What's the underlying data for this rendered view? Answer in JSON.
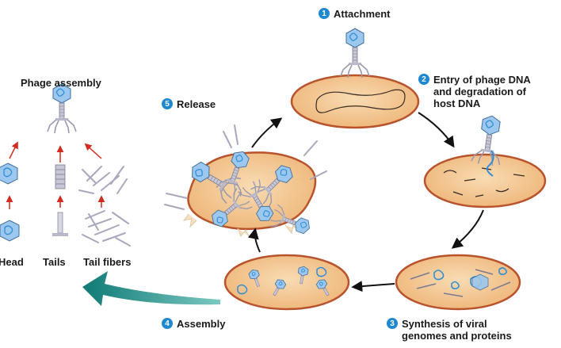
{
  "title": "Phage assembly",
  "steps": [
    {
      "num": "1",
      "lines": [
        "Attachment"
      ]
    },
    {
      "num": "2",
      "lines": [
        "Entry of phage DNA",
        "and degradation of",
        "host DNA"
      ]
    },
    {
      "num": "3",
      "lines": [
        "Synthesis of viral",
        "genomes and proteins"
      ]
    },
    {
      "num": "4",
      "lines": [
        "Assembly"
      ]
    },
    {
      "num": "5",
      "lines": [
        "Release"
      ]
    }
  ],
  "parts": {
    "head": "Head",
    "tails": "Tails",
    "tail_fibers": "Tail fibers"
  },
  "colors": {
    "cell_fill": "#f1c38e",
    "cell_edge": "#b8532c",
    "phage_head": "#9cc7ee",
    "phage_dna": "#2f8fd6",
    "arrow_red": "#d22b1f",
    "teal_arrow": "#1e8c86",
    "badge": "#1e88d0"
  }
}
